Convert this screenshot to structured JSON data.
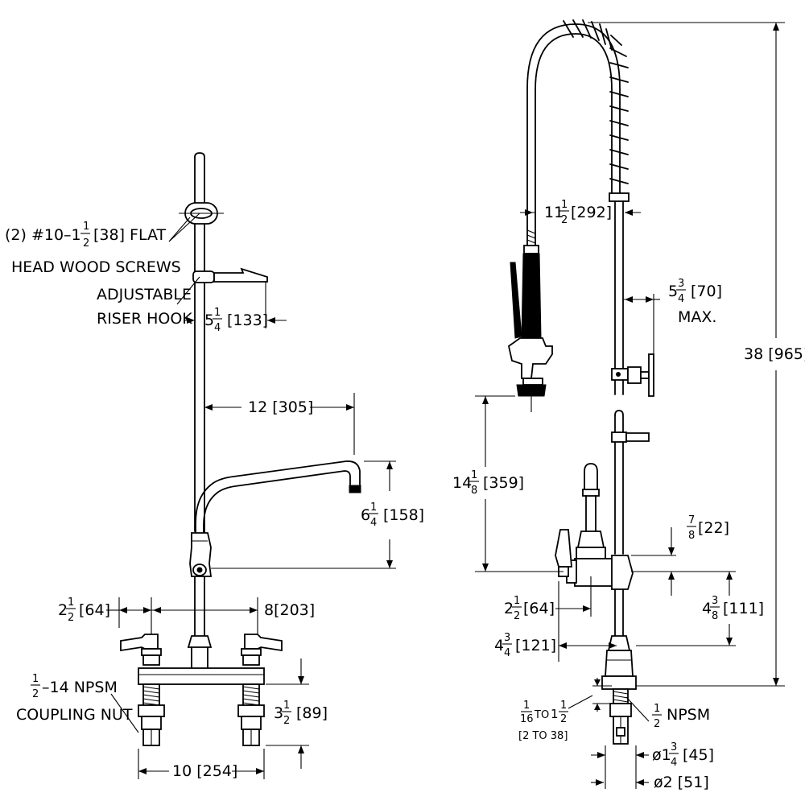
{
  "left_view": {
    "screws_line1_pre": "(2) #10–1",
    "screws_line1_num": "1",
    "screws_line1_den": "2",
    "screws_line1_post": "[38] FLAT",
    "screws_line2": "HEAD WOOD SCREWS",
    "hook_line1": "ADJUSTABLE",
    "hook_line2": "RISER HOOK",
    "hook_dim_whole": "5",
    "hook_dim_num": "1",
    "hook_dim_den": "4",
    "hook_dim_mm": "[133]",
    "spout_reach": "12 [305]",
    "spout_height_whole": "6",
    "spout_height_num": "1",
    "spout_height_den": "4",
    "spout_height_mm": "[158]",
    "left_offset_whole": "2",
    "left_offset_num": "1",
    "left_offset_den": "2",
    "left_offset_mm": "[64]",
    "centers": "8[203]",
    "coupling_num": "1",
    "coupling_den": "2",
    "coupling_line1_post": "–14 NPSM",
    "coupling_line2": "COUPLING NUT",
    "shank_whole": "3",
    "shank_num": "1",
    "shank_den": "2",
    "shank_mm": "[89]",
    "overall_width": "10 [254]"
  },
  "right_view": {
    "hose_reach_whole": "11",
    "hose_reach_num": "1",
    "hose_reach_den": "2",
    "hose_reach_mm": "[292]",
    "wall_whole": "5",
    "wall_num": "3",
    "wall_den": "4",
    "wall_mm": "[70]",
    "wall_max": "MAX.",
    "overall_height": "38 [965]",
    "valve_height_whole": "14",
    "valve_height_num": "1",
    "valve_height_den": "8",
    "valve_height_mm": "[359]",
    "small_num": "7",
    "small_den": "8",
    "small_mm": "[22]",
    "handle_offset_whole": "2",
    "handle_offset_num": "1",
    "handle_offset_den": "2",
    "handle_offset_mm": "[64]",
    "valve_reach_whole": "4",
    "valve_reach_num": "3",
    "valve_reach_den": "4",
    "valve_reach_mm": "[121]",
    "valve_rise_whole": "4",
    "valve_rise_num": "3",
    "valve_rise_den": "8",
    "valve_rise_mm": "[111]",
    "deck_num1": "1",
    "deck_den1": "16",
    "deck_to": "TO",
    "deck_whole2": "1",
    "deck_num2": "1",
    "deck_den2": "2",
    "deck_mm": "[2 TO 38]",
    "npsm_num": "1",
    "npsm_den": "2",
    "npsm_label": "NPSM",
    "dia1_pre": "ø1",
    "dia1_num": "3",
    "dia1_den": "4",
    "dia1_mm": "[45]",
    "dia2": "ø2 [51]"
  }
}
